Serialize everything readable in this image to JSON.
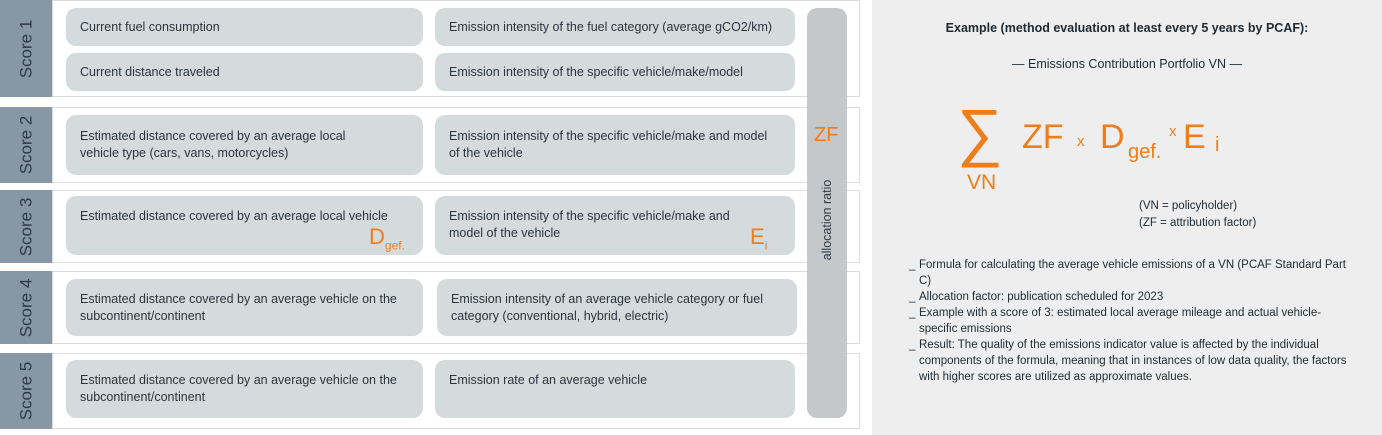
{
  "scores": [
    {
      "label": "Score 1",
      "left_items": [
        "Current fuel consumption",
        "Current distance traveled"
      ],
      "right_items": [
        "Emission intensity of the fuel category (average gCO2/km)",
        "Emission intensity of the specific vehicle/make/model"
      ]
    },
    {
      "label": "Score 2",
      "left": "Estimated distance covered by an average local vehicle type (cars, vans, motorcycles)",
      "right": "Emission intensity of the specific vehicle/make and model of the vehicle"
    },
    {
      "label": "Score 3",
      "left": "Estimated distance covered by an average local vehicle",
      "right": "Emission intensity of the specific vehicle/make and model of the vehicle"
    },
    {
      "label": "Score 4",
      "left": "Estimated distance covered by an average vehicle on the subcontinent/continent",
      "right": "Emission intensity of an average vehicle category or fuel category (conventional, hybrid, electric)"
    },
    {
      "label": "Score 5",
      "left": "Estimated distance covered by an average vehicle on the subcontinent/continent",
      "right": "Emission rate of an average vehicle"
    }
  ],
  "variables": {
    "d": "D",
    "d_sub": "gef.",
    "e": "E",
    "e_sub": "i",
    "zf": "ZF"
  },
  "allocation": {
    "label": "allocation ratio"
  },
  "panel": {
    "title": "Example (method evaluation at least every 5 years by PCAF):",
    "subtitle": "— Emissions Contribution Portfolio VN —",
    "formula": {
      "sigma": "∑",
      "index": "VN",
      "zf": "ZF",
      "times": "x",
      "d": "D",
      "d_sub": "gef.",
      "e": "E",
      "e_sub": "i"
    },
    "notes": [
      "(VN = policyholder)",
      "(ZF = attribution factor)"
    ],
    "bullets": [
      "Formula for calculating the average vehicle emissions of a VN (PCAF Standard Part C)",
      "Allocation factor: publication scheduled for 2023",
      "Example with a score of 3: estimated local average mileage and actual vehicle-specific emissions",
      "Result: The quality of the emissions indicator value is affected by the individual components of the formula, meaning that in instances of low data quality, the factors with higher scores are utilized as approximate values."
    ],
    "bullet_marker": "_"
  },
  "colors": {
    "accent": "#ef7d1a",
    "tab": "#8797a3",
    "box": "#d5dadd",
    "panel": "#eeeeee"
  }
}
